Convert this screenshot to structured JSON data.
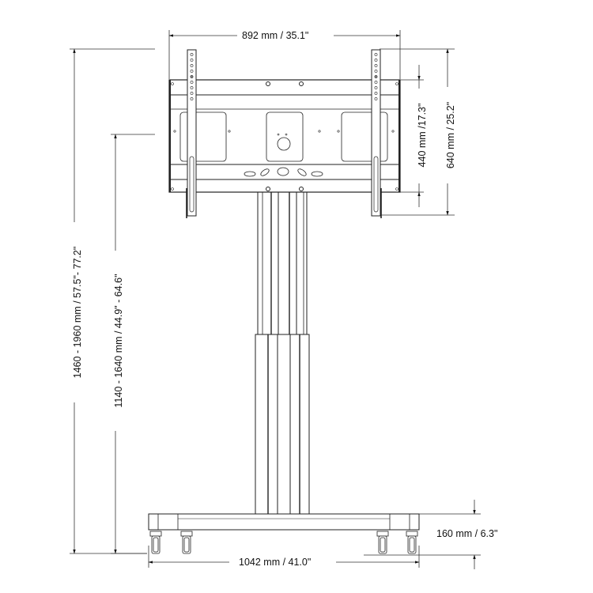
{
  "diagram": {
    "subject": "mobile-tv-stand",
    "line_color": "#222222",
    "background": "#ffffff",
    "dimensions": {
      "mount_width": "892 mm / 35.1\"",
      "inner_height": "440 mm /17.3\"",
      "mount_height": "640 mm / 25.2\"",
      "total_height": "1460 - 1960 mm / 57.5\"- 77.2\"",
      "center_height": "1140 - 1640 mm / 44.9\" - 64.6\"",
      "base_width": "1042 mm / 41.0\"",
      "base_height": "160 mm / 6.3\""
    },
    "components": [
      "vesa-mount-plate",
      "mounting-rails",
      "telescopic-column",
      "base-frame",
      "casters"
    ]
  }
}
